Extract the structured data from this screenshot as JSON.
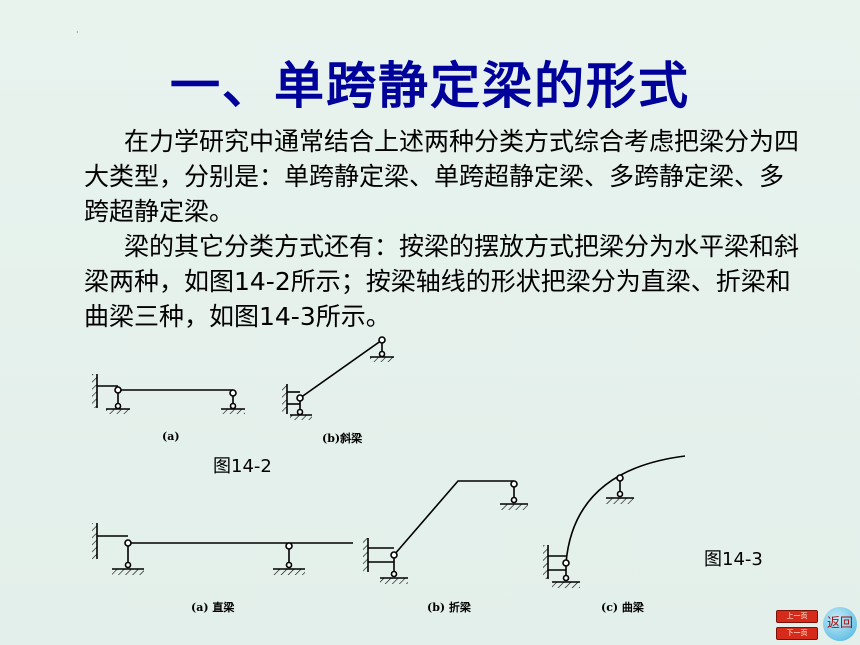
{
  "slide": {
    "title": "一、单跨静定梁的形式",
    "paragraph1": "在力学研究中通常结合上述两种分类方式综合考虑把梁分为四大类型，分别是：单跨静定梁、单跨超静定梁、多跨静定梁、多跨超静定梁。",
    "paragraph2": "梁的其它分类方式还有：按梁的摆放方式把梁分为水平梁和斜梁两种，如图14-2所示；按梁轴线的形状把梁分为直梁、折梁和曲梁三种，如图14-3所示。"
  },
  "figure_14_2": {
    "label": "图14-2",
    "caption_a": "(a)",
    "caption_b": "(b)斜梁"
  },
  "figure_14_3": {
    "label": "图14-3",
    "caption_a": "(a) 直梁",
    "caption_b": "(b) 折梁",
    "caption_c": "(c) 曲梁"
  },
  "navigation": {
    "prev_label": "上一页",
    "next_label": "下一页",
    "back_label": "返回"
  },
  "colors": {
    "title": "#00009a",
    "nav_button": "#d62a1a",
    "background": "#e6f1ec"
  }
}
